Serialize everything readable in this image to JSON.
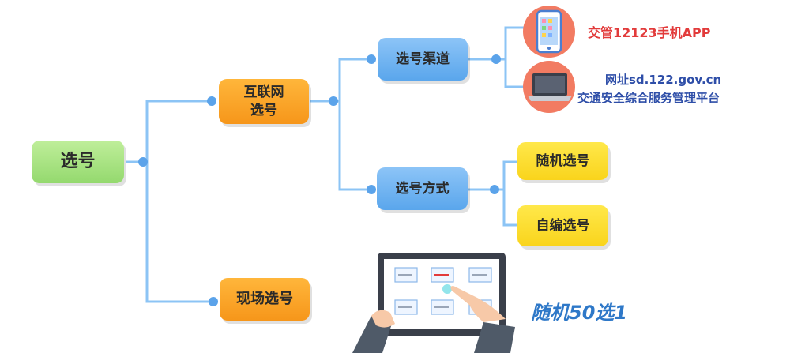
{
  "colors": {
    "connector": "#8cc4f5",
    "dot": "#5ba3ea",
    "green": "#a8e27f",
    "orange": "#f9a52a",
    "blue": "#6fb2ef",
    "yellow": "#fbdc2a",
    "app_text": "#e23b3b",
    "web_text": "#2e4ea8",
    "random_text": "#2e78c8"
  },
  "nodes": {
    "root": "选号",
    "internet_line1": "互联网",
    "internet_line2": "选号",
    "onsite": "现场选号",
    "channel": "选号渠道",
    "method": "选号方式",
    "random": "随机选号",
    "custom": "自编选号"
  },
  "channels": {
    "app_label": "交管12123手机APP",
    "web_line1": "网址sd.122.gov.cn",
    "web_line2": "交通安全综合服务管理平台"
  },
  "onsite_caption": "随机50选1",
  "icons": [
    "phone-icon",
    "laptop-icon",
    "tablet-icon",
    "hand-icon"
  ]
}
